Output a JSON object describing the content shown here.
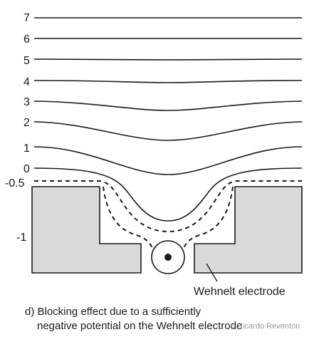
{
  "diagram": {
    "potential_labels": [
      "7",
      "6",
      "5",
      "4",
      "3",
      "2",
      "1",
      "0",
      "-0.5",
      "-1"
    ],
    "electrode_label": "Wehnelt electrode",
    "caption_line1": "d) Blocking effect due to a sufficiently",
    "caption_line2": "negative potential on the Wehnelt electrode",
    "watermark": "© Ricardo Reventon",
    "colors": {
      "line": "#1a1a1a",
      "electrode_fill": "#d9d9d9",
      "background": "#ffffff"
    }
  }
}
